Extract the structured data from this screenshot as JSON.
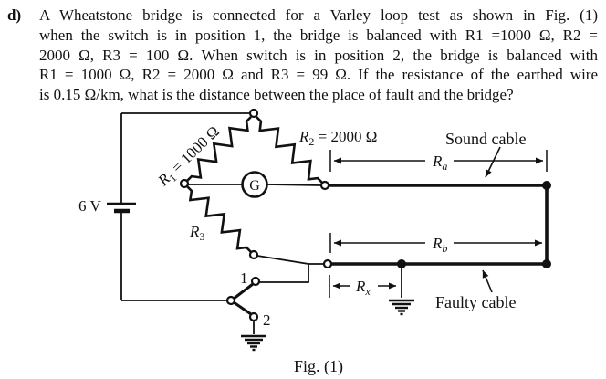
{
  "problem": {
    "item_label": "d)",
    "lines": [
      "A Wheatstone bridge is connected for a Varley loop test as shown in Fig. (1)",
      "when the switch is in position 1, the bridge is balanced with R1 =1000 Ω, R2 =",
      "2000 Ω, R3 = 100 Ω. When switch is in position 2, the bridge is balanced with",
      "R1 = 1000 Ω, R2 = 2000 Ω and R3 = 99 Ω. If the resistance of the earthed wire",
      "is 0.15 Ω/km, what is the distance between the place of fault and the bridge?"
    ]
  },
  "figure": {
    "caption": "Fig. (1)",
    "battery_label": "6 V",
    "galvanometer_label": "G",
    "switch_position1": "1",
    "switch_position2": "2",
    "sound_cable": "Sound cable",
    "faulty_cable": "Faulty cable",
    "r1": {
      "base": "R",
      "sub": "1",
      "rest": " = 1000 Ω"
    },
    "r2": {
      "base": "R",
      "sub": "2",
      "rest": " = 2000 Ω"
    },
    "r3": {
      "base": "R",
      "sub": "3",
      "rest": ""
    },
    "ra": {
      "base": "R",
      "sub": "a"
    },
    "rb": {
      "base": "R",
      "sub": "b"
    },
    "rx": {
      "base": "R",
      "sub": "x"
    }
  },
  "colors": {
    "ink": "#111111",
    "paper": "#ffffff"
  }
}
